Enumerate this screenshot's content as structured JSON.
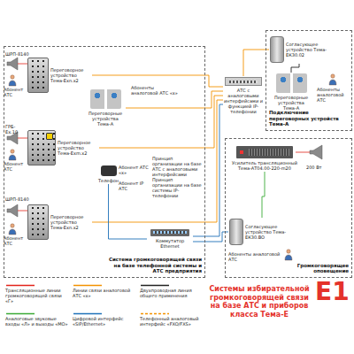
{
  "diagram": {
    "title": "Системы избирательной громкоговорящей связи на базе АТС и приборов класса Тема-Е",
    "nodes": [
      {
        "text": [
          "Система громкоговорящей связи на базе телефонной системы и АТС предприятия"
        ]
      },
      {
        "text": [
          "Переговорное устройство Тема-Exn.x2"
        ],
        "in": 0
      },
      {
        "text": [
          "Переговорные устройства Тема-А"
        ],
        "in": 0
      },
      {
        "text": [
          "Переговорное устройство Тема-Exm.x2"
        ],
        "in": 0
      },
      {
        "text": [
          "Телефон"
        ],
        "in": 0
      },
      {
        "text": [
          "Переговорное устройство Тема-Exn.x2"
        ],
        "in": 0
      },
      {
        "text": [
          "Коммутатор Ethernet"
        ],
        "in": 0
      },
      {
        "text": [
          "АТС с аналоговыми интерфейсами и функцией IP-телефонии"
        ]
      },
      {
        "text": [
          "Подключение переговорных устройств Тема-А"
        ]
      },
      {
        "text": [
          "Согласующее устройство Тема-ЕК30.02"
        ],
        "in": 8
      },
      {
        "text": [
          "Переговорные устройства Тема-А"
        ],
        "in": 8
      },
      {
        "text": [
          "Громкоговорящее оповещение"
        ]
      },
      {
        "text": [
          "Усилитель трансляционный Тема-АТ04.00-220-m20"
        ],
        "in": 11
      },
      {
        "text": [
          "Согласующее устройство Тема-ЕК30.ВО"
        ],
        "in": 11
      }
    ],
    "edges": [
      {
        "from": 1,
        "to": 7,
        "arrow": "none"
      },
      {
        "from": 2,
        "to": 7,
        "arrow": "none"
      },
      {
        "from": 3,
        "to": 7,
        "arrow": "none"
      },
      {
        "from": 5,
        "to": 7,
        "arrow": "none"
      },
      {
        "from": 4,
        "to": 6,
        "arrow": "none"
      },
      {
        "from": 6,
        "to": 7,
        "arrow": "none"
      },
      {
        "from": 7,
        "to": 9,
        "arrow": "none"
      },
      {
        "from": 9,
        "to": 10,
        "arrow": "none"
      },
      {
        "from": 6,
        "to": 13,
        "arrow": "none"
      },
      {
        "from": 13,
        "to": 12,
        "arrow": "none"
      }
    ],
    "labels": [
      "ШРП-8140",
      "Абонент АТС",
      "ГРБ-Ех.10",
      "Абонент АТС",
      "ШРП-8140",
      "Абонент АТС",
      "Абоненты аналоговой АТС «х»",
      "Абонент АТС «х»",
      "Абонент IP АТС",
      "Принцип организации на базе АТС с аналоговыми интерфейсами",
      "Принцип организации на базе системы IP-телефонии",
      "Абоненты аналоговой АТС",
      "200 Вт",
      "Абоненты аналоговой АТС",
      "E1"
    ],
    "legend": [
      {
        "text": "Трансляционные линии громкоговорящей связи «Г»"
      },
      {
        "text": "Линии связи аналоговой АТС «х»"
      },
      {
        "text": "Двухпроводная линия общего применения"
      },
      {
        "text": "Аналоговые звуковые входы «Л» и выходы «МО»"
      },
      {
        "text": "Цифровой интерфейс «SIP/Ethernet»"
      },
      {
        "text": "Телефонный аналоговый интерфейс «FXO/FXS»"
      }
    ]
  }
}
